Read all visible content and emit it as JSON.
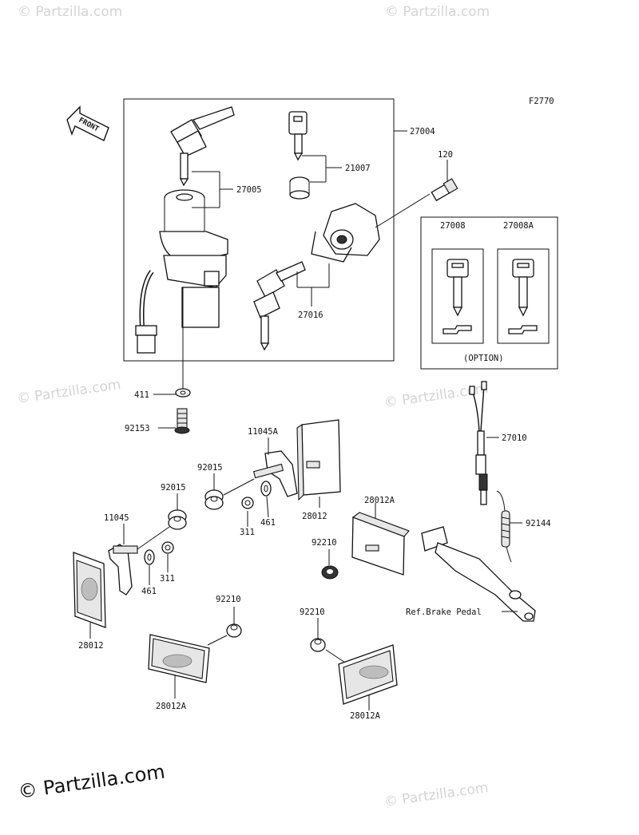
{
  "figure_code": "F2770",
  "front_label": "FRONT",
  "option_label": "(OPTION)",
  "ref_label": "Ref.Brake Pedal",
  "watermark": "© Partzilla.com",
  "parts": {
    "p27004": "27004",
    "p21007": "21007",
    "p27005": "27005",
    "p120": "120",
    "p27016": "27016",
    "p27008": "27008",
    "p27008A": "27008A",
    "p411": "411",
    "p92153": "92153",
    "p27010": "27010",
    "p11045A": "11045A",
    "p92015a": "92015",
    "p92015b": "92015",
    "p28012a": "28012",
    "p311a": "311",
    "p461a": "461",
    "p28012Aa": "28012A",
    "p11045": "11045",
    "p92210a": "92210",
    "p92144": "92144",
    "p461b": "461",
    "p311b": "311",
    "p28012b": "28012",
    "p92210b": "92210",
    "p92210c": "92210",
    "p28012Ab": "28012A",
    "p28012Ac": "28012A"
  }
}
